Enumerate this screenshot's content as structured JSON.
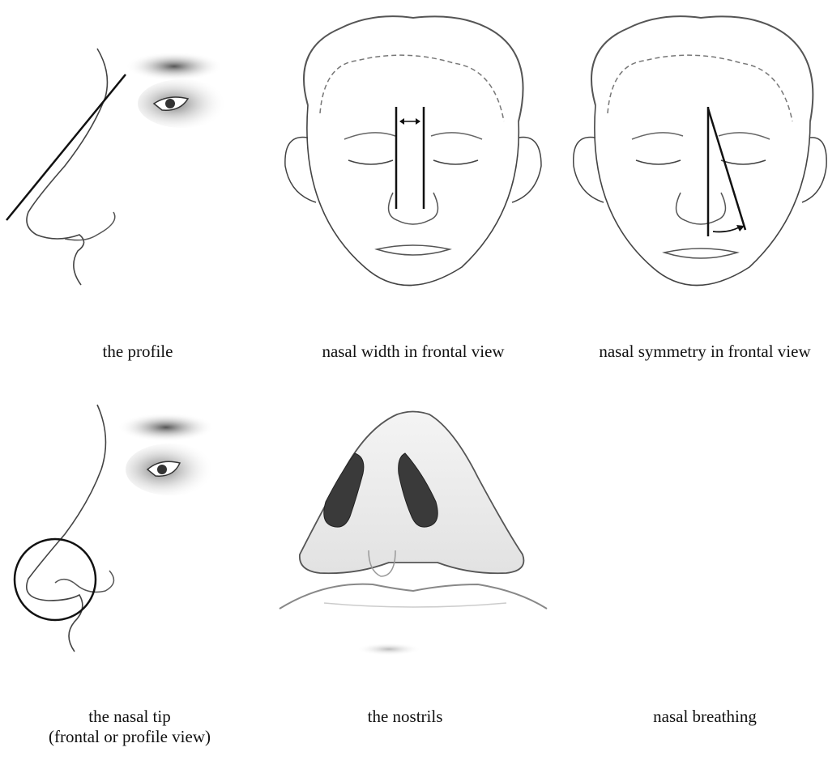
{
  "figure": {
    "panels": [
      {
        "id": "profile",
        "caption": [
          "the profile"
        ],
        "illustration": "face-profile-with-dorsum-line"
      },
      {
        "id": "width",
        "caption": [
          "nasal width in frontal view"
        ],
        "illustration": "frontal-face-with-width-lines"
      },
      {
        "id": "symmetry",
        "caption": [
          "nasal symmetry in frontal view"
        ],
        "illustration": "frontal-face-with-symmetry-lines"
      },
      {
        "id": "tip",
        "caption": [
          "the nasal tip",
          "(frontal or profile view)"
        ],
        "illustration": "face-profile-with-tip-circle"
      },
      {
        "id": "nostrils",
        "caption": [
          "the nostrils"
        ],
        "illustration": "nose-base-view"
      },
      {
        "id": "breathing",
        "caption": [
          "nasal breathing"
        ],
        "illustration": "none"
      }
    ]
  }
}
